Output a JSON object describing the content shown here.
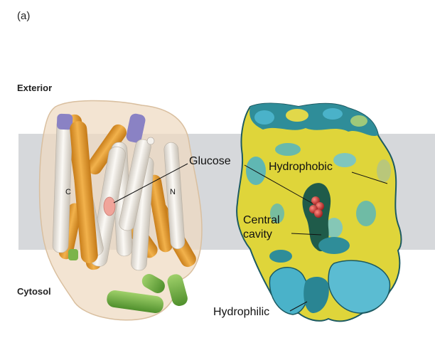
{
  "panel_label": "(a)",
  "regions": {
    "exterior": "Exterior",
    "cytosol": "Cytosol"
  },
  "termini": {
    "c": "C",
    "n": "N"
  },
  "annotations": {
    "glucose": "Glucose",
    "hydrophobic": "Hydrophobic",
    "central_cavity_line1": "Central",
    "central_cavity_line2": "cavity",
    "hydrophilic": "Hydrophilic"
  },
  "colors": {
    "membrane": "#d6d8db",
    "envelope": "#efd9c0",
    "helix_white": "#f1ede6",
    "helix_orange": "#e9a030",
    "helix_purple": "#8a82c4",
    "helix_green": "#7cb44a",
    "glucose": "#f0a49a",
    "surface_yellow": "#dfd53a",
    "surface_cyan": "#4ab2c9",
    "surface_teal": "#206f78",
    "glucose_atoms": "#d13535"
  }
}
